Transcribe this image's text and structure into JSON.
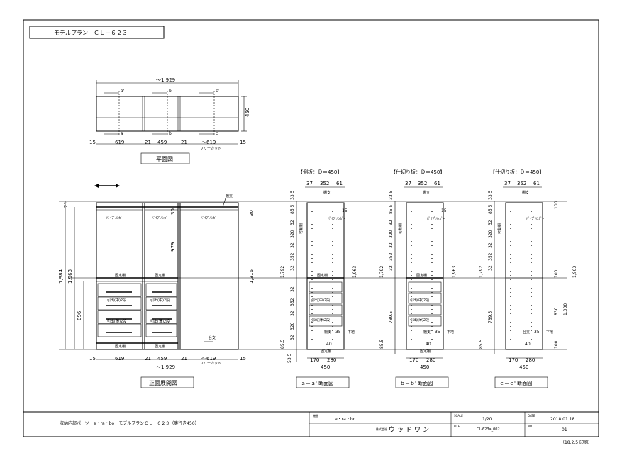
{
  "title_box": "モデルプラン　ＣＬ－６２３",
  "plan": {
    "overall_width": "～1,929",
    "depth": "450",
    "arrows": [
      "a'",
      "b'",
      "c'",
      "a",
      "b",
      "c"
    ],
    "dims_bottom": [
      "15",
      "619",
      "21",
      "459",
      "21",
      "～619",
      "15"
    ],
    "free_cut": "フリーカット",
    "label": "平面図"
  },
  "front": {
    "label_top": "棚支",
    "hanger": "ﾊﾟｲﾌﾟﾊﾝｶﾞｰ",
    "support": "固定棚",
    "drawer_mid": "引出(中)2段",
    "drawer_thin": "引出(薄)2段",
    "floor_label": "台支",
    "dims_left": [
      "21",
      "1,984",
      "1,963",
      "896"
    ],
    "dims_right": [
      "30",
      "979",
      "30",
      "1,316"
    ],
    "dims_bottom": [
      "15",
      "619",
      "21",
      "459",
      "21",
      "～619",
      "15"
    ],
    "overall_width": "～1,929",
    "free_cut": "フリーカット",
    "label": "正面展開図"
  },
  "sections": [
    {
      "heading": "【側板：Ｄ＝450】",
      "top_dims": [
        "37",
        "352",
        "61"
      ],
      "left_dims": [
        "33.5",
        "85.5",
        "32",
        "320",
        "32",
        "352",
        "32",
        "1,792",
        "32",
        "352",
        "32",
        "320",
        "32",
        "85.5",
        "53.5"
      ],
      "right_dims": [
        "15",
        "1,963"
      ],
      "inner": [
        "棚支",
        "ﾊﾟｲﾌﾟﾊﾝｶﾞｰ",
        "固定棚",
        "引出(中)2段",
        "引出(薄)2段",
        "棚支",
        "下地",
        "固定棚",
        "可動棚"
      ],
      "bottom_dims": [
        "170",
        "280",
        "450"
      ],
      "numbers": [
        "35",
        "40"
      ],
      "label": "ａ－ａ' 断面図"
    },
    {
      "heading": "【仕切り板：Ｄ＝450】",
      "top_dims": [
        "37",
        "352",
        "61"
      ],
      "left_dims": [
        "33.5",
        "85.5",
        "32",
        "320",
        "32",
        "352",
        "32",
        "1,792",
        "789.5",
        "85.5"
      ],
      "right_dims": [
        "15",
        "1,963"
      ],
      "inner": [
        "棚支",
        "ﾊﾟｲﾌﾟﾊﾝｶﾞｰ",
        "固定棚",
        "引出(中)2段",
        "引出(薄)2段",
        "棚支",
        "下地",
        "固定棚",
        "可動棚"
      ],
      "bottom_dims": [
        "170",
        "280",
        "450"
      ],
      "numbers": [
        "35",
        "40"
      ],
      "label": "ｂ－ｂ' 断面図"
    },
    {
      "heading": "【仕切り板：Ｄ＝450】",
      "top_dims": [
        "37",
        "352",
        "61"
      ],
      "left_dims": [
        "33.5",
        "85.5",
        "32",
        "320",
        "32",
        "352",
        "32",
        "1,792",
        "789.5",
        "85.5"
      ],
      "right_dims": [
        "100",
        "1,963",
        "830",
        "1,030",
        "100",
        "100"
      ],
      "inner": [
        "棚支",
        "ﾊﾟｲﾌﾟﾊﾝｶﾞｰ",
        "可動棚",
        "台支",
        "下地"
      ],
      "bottom_dims": [
        "170",
        "280",
        "450"
      ],
      "numbers": [
        "35",
        "40"
      ],
      "label": "ｃ－ｃ' 断面図"
    }
  ],
  "title_block": {
    "description": "収納内部パーツ　e・ra・bo　モデルプランＣＬ－６２３（奥行き450）",
    "series_label": "機器",
    "series": "e・ra・bo",
    "company_label": "株式会社",
    "company": "ウッドワン",
    "scale_label": "SCALE",
    "scale": "1/20",
    "date_label": "DATE",
    "date": "2018.01.18",
    "file_label": "FILE",
    "file": "CL-623a_002",
    "no_label": "NO.",
    "no": "01",
    "footer": "（18.2.5 印刷）"
  }
}
